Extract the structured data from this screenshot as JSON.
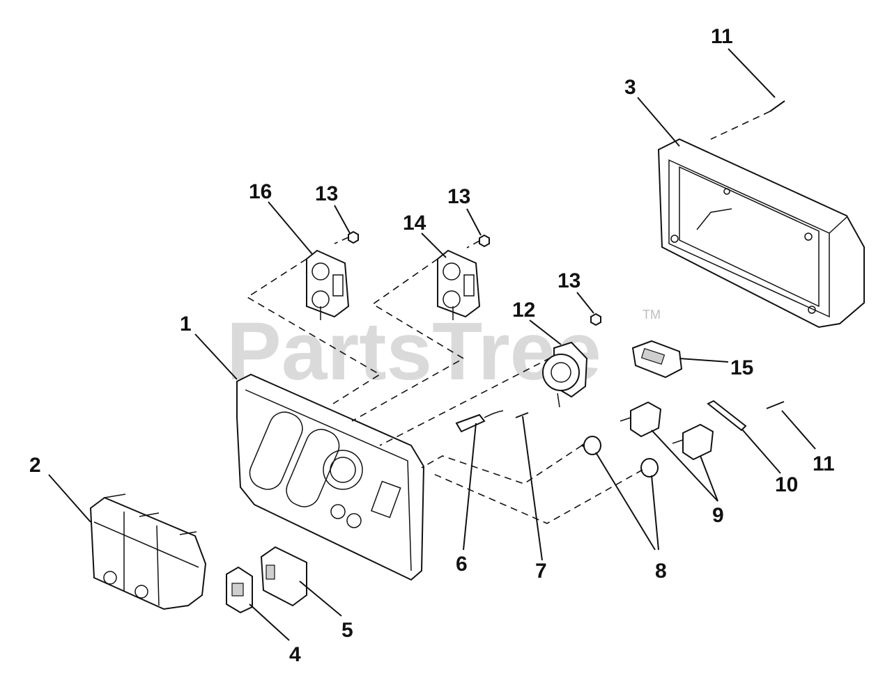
{
  "watermark": {
    "text": "PartsTree",
    "tm": "TM"
  },
  "callouts": [
    {
      "id": "c1",
      "label": "1"
    },
    {
      "id": "c2",
      "label": "2"
    },
    {
      "id": "c3",
      "label": "3"
    },
    {
      "id": "c4",
      "label": "4"
    },
    {
      "id": "c5",
      "label": "5"
    },
    {
      "id": "c6",
      "label": "6"
    },
    {
      "id": "c7",
      "label": "7"
    },
    {
      "id": "c8",
      "label": "8"
    },
    {
      "id": "c9",
      "label": "9"
    },
    {
      "id": "c10",
      "label": "10"
    },
    {
      "id": "c11a",
      "label": "11"
    },
    {
      "id": "c11b",
      "label": "11"
    },
    {
      "id": "c12",
      "label": "12"
    },
    {
      "id": "c13a",
      "label": "13"
    },
    {
      "id": "c13b",
      "label": "13"
    },
    {
      "id": "c13c",
      "label": "13"
    },
    {
      "id": "c14",
      "label": "14"
    },
    {
      "id": "c15",
      "label": "15"
    },
    {
      "id": "c16",
      "label": "16"
    }
  ]
}
